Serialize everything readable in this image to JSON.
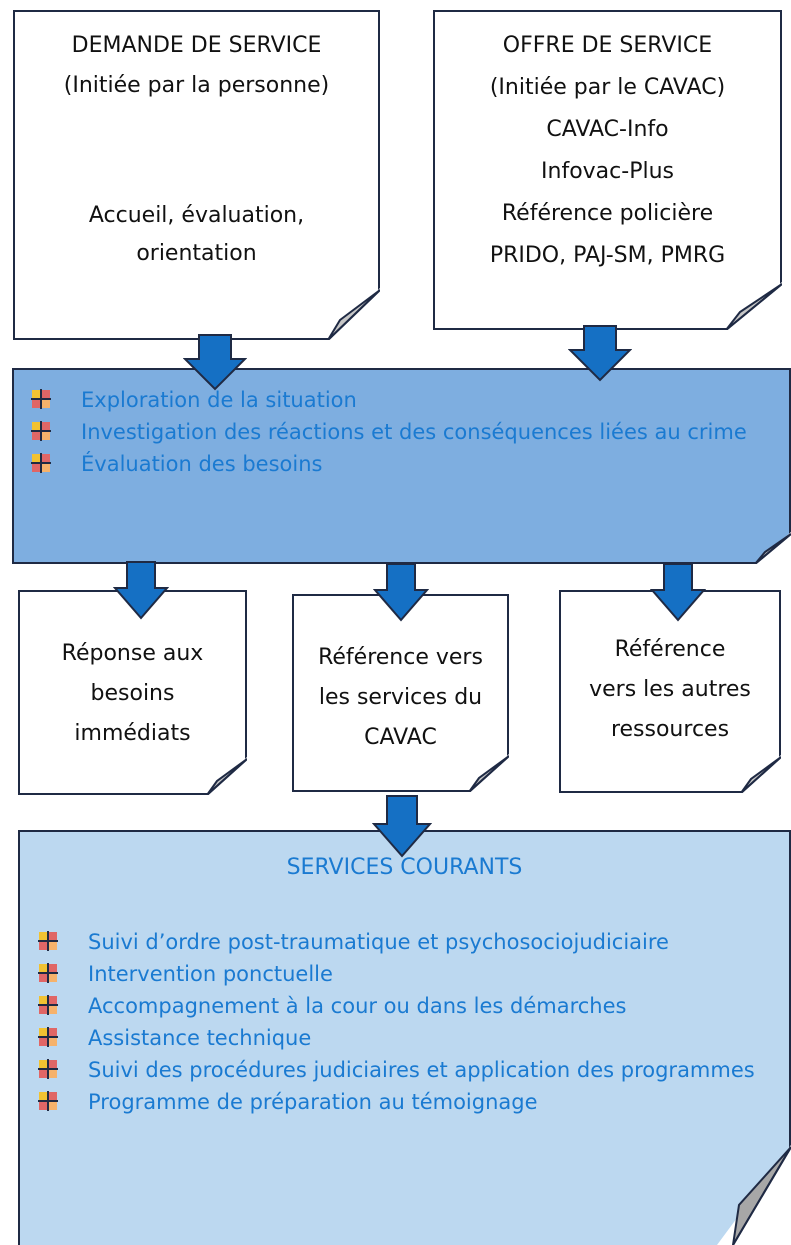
{
  "demande": {
    "title": "DEMANDE DE SERVICE",
    "subtitle": "(Initiée par la personne)",
    "line1": "Accueil, évaluation,",
    "line2": "orientation"
  },
  "offre": {
    "title": "OFFRE DE SERVICE",
    "lines": [
      "(Initiée par le CAVAC)",
      "CAVAC-Info",
      "Infovac-Plus",
      "Référence policière",
      "PRIDO, PAJ-SM, PMRG"
    ]
  },
  "evaluation": {
    "items": [
      "Exploration de la situation",
      "Investigation des réactions et des conséquences liées au crime",
      "Évaluation des besoins"
    ]
  },
  "responses": [
    {
      "lines": [
        "Réponse aux",
        "besoins",
        "immédiats"
      ]
    },
    {
      "lines": [
        "Référence vers",
        "les services du",
        "CAVAC"
      ]
    },
    {
      "lines": [
        "Référence",
        "vers les autres",
        "ressources"
      ]
    }
  ],
  "services": {
    "title": "SERVICES COURANTS",
    "items": [
      "Suivi d’ordre post-traumatique et psychosociojudiciaire",
      "Intervention ponctuelle",
      "Accompagnement à la cour ou dans les démarches",
      "Assistance technique",
      "Suivi des procédures judiciaires et application des programmes",
      "Programme de préparation au témoignage"
    ]
  },
  "colors": {
    "box_border": "#1f2a44",
    "eval_fill": "#7eaee0",
    "services_fill": "#bcd8f0",
    "arrow_fill": "#1570c4",
    "text_blue": "#1a7ad1"
  }
}
